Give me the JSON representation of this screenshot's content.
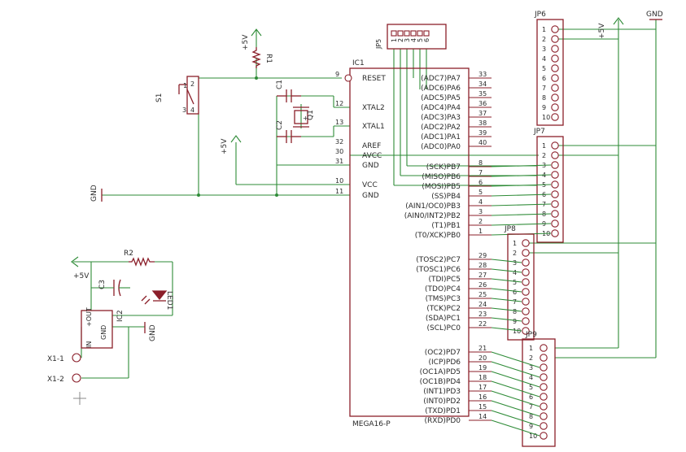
{
  "ic1": {
    "label": "IC1",
    "part": "MEGA16-P",
    "left_pins": [
      {
        "num": "9",
        "name": "RESET"
      },
      {
        "num": "12",
        "name": "XTAL2"
      },
      {
        "num": "13",
        "name": "XTAL1"
      },
      {
        "num": "32",
        "name": "AREF"
      },
      {
        "num": "30",
        "name": "AVCC"
      },
      {
        "num": "31",
        "name": "GND"
      },
      {
        "num": "10",
        "name": "VCC"
      },
      {
        "num": "11",
        "name": "GND"
      }
    ],
    "right_pins": [
      {
        "num": "33",
        "name": "(ADC7)PA7"
      },
      {
        "num": "34",
        "name": "(ADC6)PA6"
      },
      {
        "num": "35",
        "name": "(ADC5)PA5"
      },
      {
        "num": "36",
        "name": "(ADC4)PA4"
      },
      {
        "num": "37",
        "name": "(ADC3)PA3"
      },
      {
        "num": "38",
        "name": "(ADC2)PA2"
      },
      {
        "num": "39",
        "name": "(ADC1)PA1"
      },
      {
        "num": "40",
        "name": "(ADC0)PA0"
      },
      {
        "num": "8",
        "name": "(SCK)PB7"
      },
      {
        "num": "7",
        "name": "(MISO)PB6"
      },
      {
        "num": "6",
        "name": "(MOSI)PB5"
      },
      {
        "num": "5",
        "name": "(SS)PB4"
      },
      {
        "num": "4",
        "name": "(AIN1/OC0)PB3"
      },
      {
        "num": "3",
        "name": "(AIN0/INT2)PB2"
      },
      {
        "num": "2",
        "name": "(T1)PB1"
      },
      {
        "num": "1",
        "name": "(T0/XCK)PB0"
      },
      {
        "num": "29",
        "name": "(TOSC2)PC7"
      },
      {
        "num": "28",
        "name": "(TOSC1)PC6"
      },
      {
        "num": "27",
        "name": "(TDI)PC5"
      },
      {
        "num": "26",
        "name": "(TDO)PC4"
      },
      {
        "num": "25",
        "name": "(TMS)PC3"
      },
      {
        "num": "24",
        "name": "(TCK)PC2"
      },
      {
        "num": "23",
        "name": "(SDA)PC1"
      },
      {
        "num": "22",
        "name": "(SCL)PC0"
      },
      {
        "num": "21",
        "name": "(OC2)PD7"
      },
      {
        "num": "20",
        "name": "(ICP)PD6"
      },
      {
        "num": "19",
        "name": "(OC1A)PD5"
      },
      {
        "num": "18",
        "name": "(OC1B)PD4"
      },
      {
        "num": "17",
        "name": "(INT1)PD3"
      },
      {
        "num": "16",
        "name": "(INT0)PD2"
      },
      {
        "num": "15",
        "name": "(TXD)PD1"
      },
      {
        "num": "14",
        "name": "(RXD)PD0"
      }
    ]
  },
  "jp5": {
    "label": "JP5",
    "pins": [
      "1",
      "2",
      "3",
      "4",
      "5",
      "6"
    ]
  },
  "jp6": {
    "label": "JP6",
    "pins": [
      "1",
      "2",
      "3",
      "4",
      "5",
      "6",
      "7",
      "8",
      "9",
      "10"
    ]
  },
  "jp7": {
    "label": "JP7",
    "pins": [
      "1",
      "2",
      "3",
      "4",
      "5",
      "6",
      "7",
      "8",
      "9",
      "10"
    ]
  },
  "jp8": {
    "label": "JP8",
    "pins": [
      "1",
      "2",
      "3",
      "4",
      "5",
      "6",
      "7",
      "8",
      "9",
      "10"
    ]
  },
  "jp9": {
    "label": "JP9",
    "pins": [
      "1",
      "2",
      "3",
      "4",
      "5",
      "6",
      "7",
      "8",
      "9",
      "10"
    ]
  },
  "s1": {
    "label": "S1",
    "pins": [
      "1",
      "2",
      "3",
      "4"
    ]
  },
  "r1": {
    "label": "R1"
  },
  "r2": {
    "label": "R2"
  },
  "c1": {
    "label": "C1"
  },
  "c2": {
    "label": "C2"
  },
  "c3": {
    "label": "C3"
  },
  "q1": {
    "label": "Q1"
  },
  "ic2": {
    "label": "IC2",
    "in": "IN",
    "out": "+OUT",
    "gnd": "GND"
  },
  "led1": {
    "label": "LED1"
  },
  "supplies": {
    "vcc": "+5V",
    "gnd": "GND"
  },
  "connectors": {
    "x1_1": "X1-1",
    "x1_2": "X1-2"
  }
}
